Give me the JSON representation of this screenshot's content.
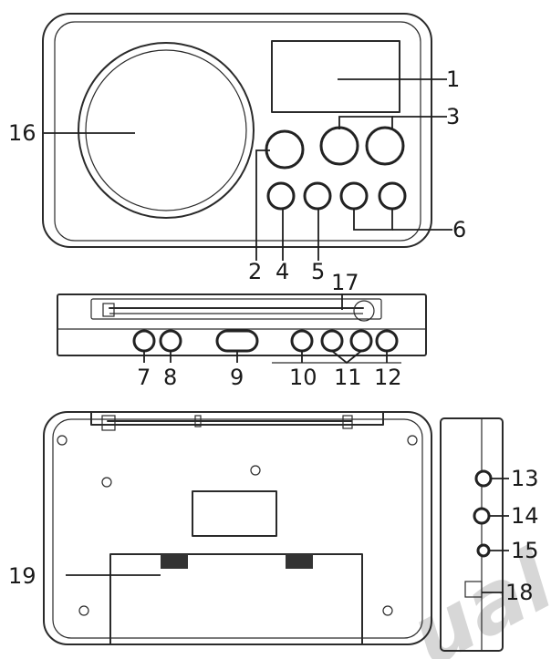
{
  "callouts": {
    "c1": "1",
    "c2": "2",
    "c3": "3",
    "c4": "4",
    "c5": "5",
    "c6": "6",
    "c7": "7",
    "c8": "8",
    "c9": "9",
    "c10": "10",
    "c11": "11",
    "c12": "12",
    "c13": "13",
    "c14": "14",
    "c15": "15",
    "c16": "16",
    "c17": "17",
    "c18": "18",
    "c19": "19"
  },
  "watermark": "ual"
}
